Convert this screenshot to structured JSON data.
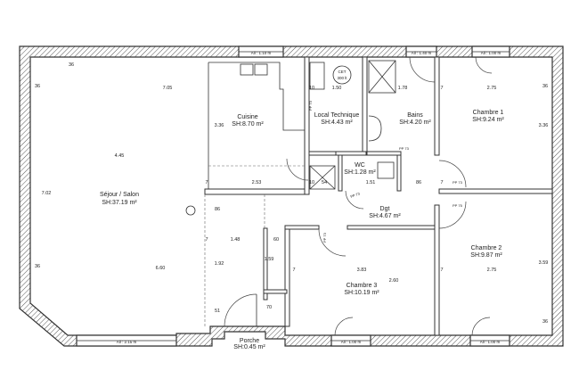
{
  "rooms": {
    "sejour": {
      "name": "Séjour / Salon",
      "area": "SH:37.19 m²"
    },
    "cuisine": {
      "name": "Cuisine",
      "area": "SH:8.70 m²"
    },
    "local": {
      "name": "Local Technique",
      "area": "SH:4.43 m²"
    },
    "bains": {
      "name": "Bains",
      "area": "SH:4.20 m²"
    },
    "chambre1": {
      "name": "Chambre 1",
      "area": "SH:9.24 m²"
    },
    "wc": {
      "name": "WC",
      "area": "SH:1.28 m²"
    },
    "dgt": {
      "name": "Dgt",
      "area": "SH:4.67 m²"
    },
    "chambre2": {
      "name": "Chambre 2",
      "area": "SH:9.87 m²"
    },
    "chambre3": {
      "name": "Chambre 3",
      "area": "SH:10.19 m²"
    },
    "porche": {
      "name": "Porche",
      "area": "SH:0.45 m²"
    }
  },
  "equipment": {
    "cet_line1": "CET",
    "cet_line2": "300 lt"
  },
  "windows": {
    "top_left": "All : 1.10 m",
    "top_mid": "All : 1.40 m",
    "top_right": "All : 1.00 m",
    "bottom_mid": "All : 1.00 m",
    "bottom_right": "All : 1.00 m",
    "bottom_left": "All : 2.15 m"
  },
  "dims": {
    "d705": "7.05",
    "d445": "4.45",
    "d702": "7.02",
    "d660": "6.60",
    "d148": "1.48",
    "d192": "1.92",
    "d253": "2.53",
    "d336a": "3.36",
    "d336b": "3.36",
    "d150": "1.50",
    "d178": "1.78",
    "d275a": "2.75",
    "d275b": "2.75",
    "d359": "3.59",
    "d383": "3.83",
    "d260": "2.60",
    "d151": "1.51",
    "d86a": "86",
    "d86b": "86",
    "d159": "1.59",
    "d60": "60",
    "d70": "70",
    "d51": "51",
    "d10a": "10",
    "d10b": "10",
    "d54": "54",
    "d36a": "36",
    "d36b": "36",
    "d36c": "36",
    "d36d": "36",
    "d36e": "36",
    "d7a": "7",
    "d7b": "7",
    "d7c": "7",
    "d7d": "7",
    "d7e": "7",
    "d7f": "7"
  },
  "tags": {
    "pp73a": "PP 73",
    "pp73b": "PP 73",
    "pp73c": "PP 73",
    "pp75": "PP 75",
    "pp73d": "PP 73",
    "pp73e": "PP 73"
  }
}
